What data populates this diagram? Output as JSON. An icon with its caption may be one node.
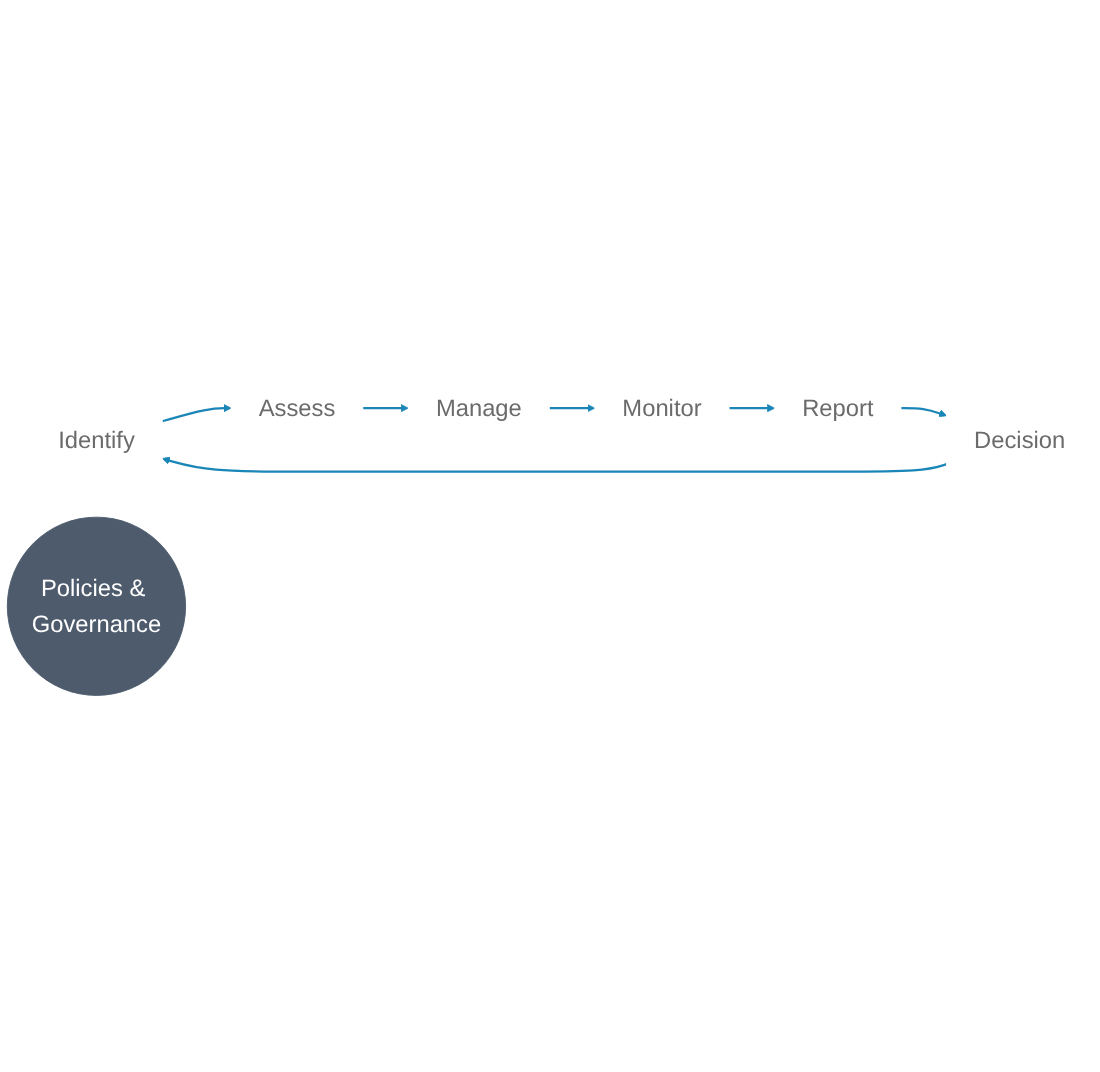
{
  "diagram": {
    "nodes": [
      {
        "text": [
          "Identify"
        ]
      },
      {
        "text": [
          "Assess"
        ]
      },
      {
        "text": [
          "Manage"
        ]
      },
      {
        "text": [
          "Monitor"
        ]
      },
      {
        "text": [
          "Report"
        ]
      },
      {
        "text": [
          "Decision"
        ]
      },
      {
        "text": [
          "Policies & Governance"
        ]
      }
    ],
    "edges": [
      {
        "from": 0,
        "to": 1,
        "arrow": "to"
      },
      {
        "from": 1,
        "to": 2,
        "arrow": "to"
      },
      {
        "from": 2,
        "to": 3,
        "arrow": "to"
      },
      {
        "from": 3,
        "to": 4,
        "arrow": "to"
      },
      {
        "from": 4,
        "to": 5,
        "arrow": "to"
      },
      {
        "from": 5,
        "to": 0,
        "arrow": "to"
      }
    ]
  }
}
